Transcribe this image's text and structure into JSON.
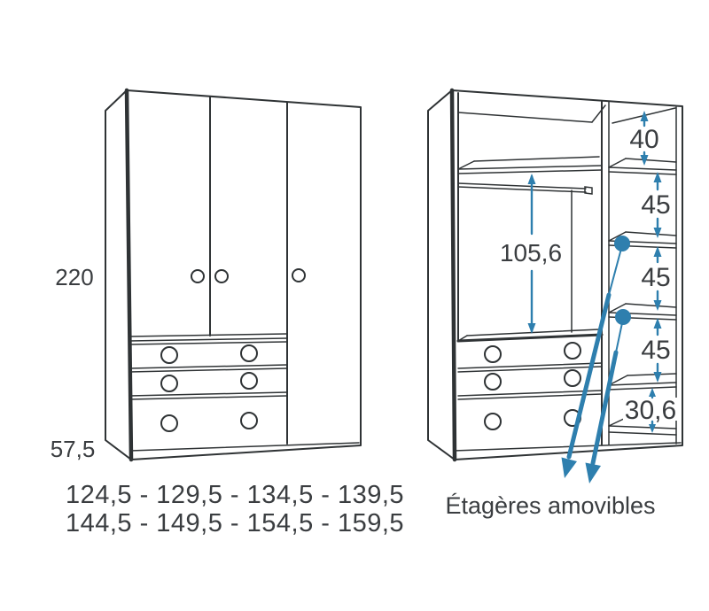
{
  "colors": {
    "line": "#2f3335",
    "text": "#3a3d40",
    "blue": "#2e7fae",
    "bg": "#ffffff"
  },
  "front_view": {
    "height_label": "220",
    "base_height_label": "57,5"
  },
  "interior_view": {
    "hanging_height_label": "105,6",
    "column_section_labels": [
      "40",
      "45",
      "45",
      "45",
      "30,6"
    ],
    "caption": "Étagères amovibles"
  },
  "width_options": {
    "line1": "124,5 - 129,5 - 134,5 - 139,5",
    "line2": "144,5 - 149,5 - 154,5 - 159,5"
  }
}
